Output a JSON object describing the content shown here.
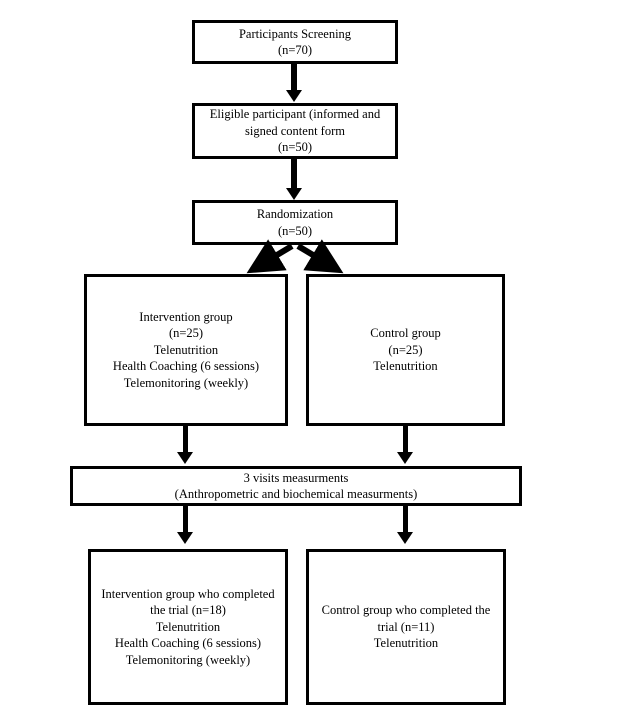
{
  "diagram": {
    "title": "Participant flow diagram",
    "type": "flowchart",
    "background_color": "#ffffff",
    "line_color": "#000000",
    "nodes": [
      {
        "id": "screening",
        "text": "Participants Screening\n(n=70)",
        "lines": [
          "Participants Screening",
          "(n=70)"
        ],
        "n": 70
      },
      {
        "id": "eligible",
        "text": "Eligible participant (informed and\nsigned content form\n(n=50)",
        "lines": [
          "Eligible participant (informed and",
          "signed content form",
          "(n=50)"
        ],
        "n": 50
      },
      {
        "id": "randomization",
        "text": "Randomization\n(n=50)",
        "lines": [
          "Randomization",
          "(n=50)"
        ],
        "n": 50
      },
      {
        "id": "intervention",
        "text": "Intervention group\n(n=25)\nTelenutrition\nHealth Coaching (6 sessions)\nTelemonitoring (weekly)",
        "lines": [
          "Intervention group",
          "(n=25)",
          "Telenutrition",
          "Health Coaching (6 sessions)",
          "Telemonitoring (weekly)"
        ],
        "n": 25
      },
      {
        "id": "control",
        "text": "Control group\n(n=25)\nTelenutrition",
        "lines": [
          "Control group",
          "(n=25)",
          "Telenutrition"
        ],
        "n": 25
      },
      {
        "id": "measurements",
        "text": "3 visits measurments\n(Anthropometric and biochemical measurments)",
        "lines": [
          "3 visits measurments",
          "(Anthropometric and biochemical measurments)"
        ],
        "visits": 3
      },
      {
        "id": "intervention_completed",
        "text": "Intervention group who completed\nthe trial (n=18)\nTelenutrition\nHealth Coaching (6 sessions)\nTelemonitoring (weekly)",
        "lines": [
          "Intervention group who completed",
          "the trial (n=18)",
          "Telenutrition",
          "Health Coaching (6 sessions)",
          "Telemonitoring (weekly)"
        ],
        "n": 18
      },
      {
        "id": "control_completed",
        "text": "Control group who completed the\ntrial (n=11)\nTelenutrition",
        "lines": [
          "Control group who completed the",
          "trial (n=11)",
          "Telenutrition"
        ],
        "n": 11
      }
    ],
    "edges": [
      {
        "from": "screening",
        "to": "eligible",
        "style": "straight-down-arrow"
      },
      {
        "from": "eligible",
        "to": "randomization",
        "style": "straight-down-arrow"
      },
      {
        "from": "randomization",
        "to": "intervention",
        "style": "diagonal-left-arrow"
      },
      {
        "from": "randomization",
        "to": "control",
        "style": "diagonal-right-arrow"
      },
      {
        "from": "intervention",
        "to": "measurements",
        "style": "straight-down-arrow"
      },
      {
        "from": "control",
        "to": "measurements",
        "style": "straight-down-arrow"
      },
      {
        "from": "measurements",
        "to": "intervention_completed",
        "style": "straight-down-arrow"
      },
      {
        "from": "measurements",
        "to": "control_completed",
        "style": "straight-down-arrow"
      }
    ]
  }
}
